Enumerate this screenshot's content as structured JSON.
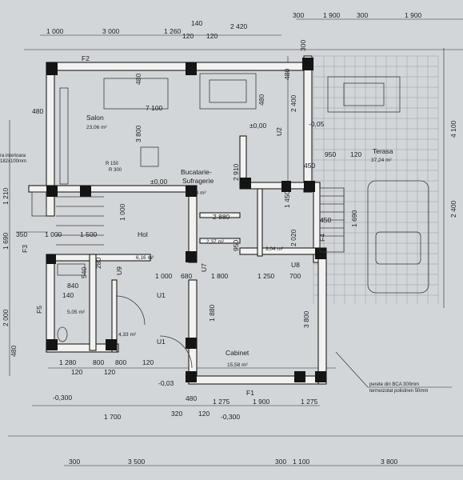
{
  "rooms": {
    "salon": {
      "name": "Salon",
      "area": "23,06 m²"
    },
    "bucatarie": {
      "name_line1": "Bucatarie-",
      "name_line2": "Sufragerie",
      "area": "12,23 m²"
    },
    "terasa": {
      "name": "Terasa",
      "area": "37,24 m²"
    },
    "hol": {
      "name": "Hol",
      "area": "6,16 m²"
    },
    "cabinet": {
      "name": "Cabinet",
      "area": "15,58 m²"
    },
    "baie": {
      "area": "5,05 m²"
    },
    "debara": {
      "area": "4,33 m²"
    },
    "camara1": {
      "area": "2,37 m²"
    },
    "camara2": {
      "area": "3,04 m²"
    }
  },
  "top_dims": {
    "row1": [
      "300",
      "1 900",
      "300",
      "1 900"
    ],
    "row2": [
      "1 000",
      "3 000",
      "1 260",
      "140",
      "2 420"
    ],
    "row2b": [
      "120",
      "120"
    ]
  },
  "bottom_dims": {
    "row1": [
      "1 280",
      "800",
      "120",
      "800"
    ],
    "row1b": [
      "120",
      "120"
    ],
    "row2": [
      "1 700",
      "480",
      "1 275",
      "1 900",
      "1 275"
    ],
    "row2b": [
      "320",
      "120"
    ],
    "row3": [
      "300",
      "3 500",
      "300",
      "1 100",
      "3 800"
    ]
  },
  "right_dims": [
    "4 100",
    "2 400"
  ],
  "left_dims": [
    "480",
    "1 210",
    "1 690",
    "2 000",
    "480"
  ],
  "interior_dims": {
    "d7100": "7 100",
    "d480a": "480",
    "d480b": "480",
    "d480c": "480",
    "d3800a": "3 800",
    "d2910": "2 910",
    "d2400": "2 400",
    "d1000a": "1 000",
    "d1000b": "1 000",
    "d1000c": "1 000",
    "d1500": "1 500",
    "d350": "350",
    "d950a": "950",
    "d950b": "950",
    "d120a": "120",
    "d450a": "450",
    "d450b": "450",
    "d1690": "1 690",
    "d2020": "2 020",
    "d680": "680",
    "d1800": "1 800",
    "d1250": "1 250",
    "d700": "700",
    "d1880": "1 880",
    "d3800b": "3 800",
    "d840": "840",
    "d140": "140",
    "d540": "540",
    "d280": "280",
    "d2880": "2 880",
    "d1450": "1 450",
    "d300": "300",
    "d150": "R 150",
    "d300r": "R 300"
  },
  "levels": {
    "l1": "±0,00",
    "l2": "±0,00",
    "l3": "-0,05",
    "l4": "-0,03",
    "l5": "-0,300",
    "l6": "-0,300"
  },
  "codes": {
    "f1": "F1",
    "f2": "F2",
    "f3": "F3",
    "f4": "F4",
    "f5": "F5",
    "u1a": "U1",
    "u1b": "U1",
    "u2": "U2",
    "u7": "U7",
    "u8": "U8",
    "u9": "U9"
  },
  "notes": {
    "wall_line1": "perete din BCA 300mm",
    "wall_line2": "termoizolat polistiren 50mm",
    "left_note1": "ra interioara",
    "left_note2": "182x100mm"
  }
}
